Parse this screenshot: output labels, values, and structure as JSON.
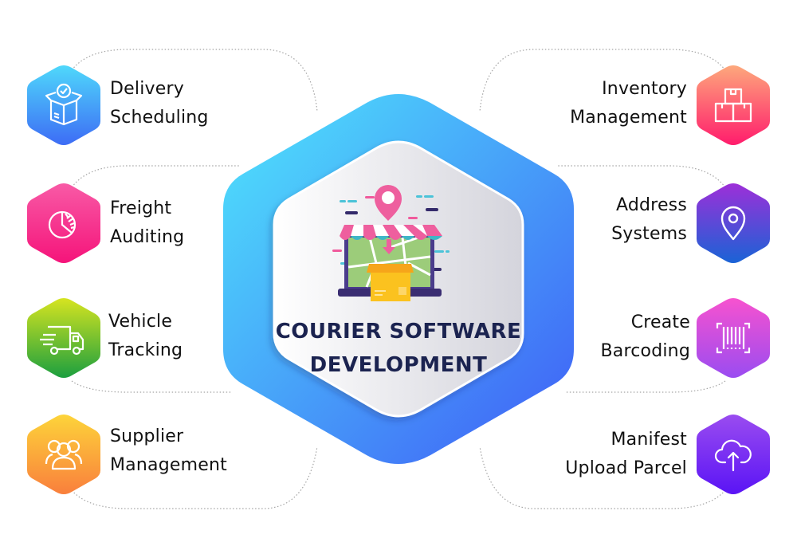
{
  "title": {
    "line1": "COURIER SOFTWARE",
    "line2": "DEVELOPMENT"
  },
  "features": {
    "left": [
      {
        "line1": "Delivery",
        "line2": "Scheduling",
        "icon": "open-box-check-icon",
        "gradient": [
          "#4fd8fb",
          "#3d6cf5"
        ]
      },
      {
        "line1": "Freight",
        "line2": "Auditing",
        "icon": "pie-chart-icon",
        "gradient": [
          "#f8479c",
          "#f5167a"
        ]
      },
      {
        "line1": "Vehicle",
        "line2": "Tracking",
        "icon": "delivery-truck-icon",
        "gradient": [
          "#d3e21e",
          "#1fa33e"
        ]
      },
      {
        "line1": "Supplier",
        "line2": "Management",
        "icon": "user-group-icon",
        "gradient": [
          "#fdd13a",
          "#f9823c"
        ]
      }
    ],
    "right": [
      {
        "line1": "Inventory",
        "line2": "Management",
        "icon": "stacked-boxes-icon",
        "gradient": [
          "#fda57c",
          "#ff1e6c"
        ]
      },
      {
        "line1": "Address",
        "line2": "Systems",
        "icon": "location-pin-icon",
        "gradient": [
          "#9a32d8",
          "#1d5fd8"
        ]
      },
      {
        "line1": "Create",
        "line2": "Barcoding",
        "icon": "barcode-scan-icon",
        "gradient": [
          "#f54fd0",
          "#9b4bf0"
        ]
      },
      {
        "line1": "Manifest",
        "line2": "Upload Parcel",
        "icon": "cloud-upload-icon",
        "gradient": [
          "#9a48f0",
          "#5b17f5"
        ]
      }
    ]
  },
  "colors": {
    "outer_hex": [
      "#4fe0fb",
      "#4060f6"
    ],
    "inner_hex": [
      "#ffffff",
      "#d6d6de"
    ],
    "title_text": "#1b2350",
    "connector": "#9a9a9a"
  }
}
